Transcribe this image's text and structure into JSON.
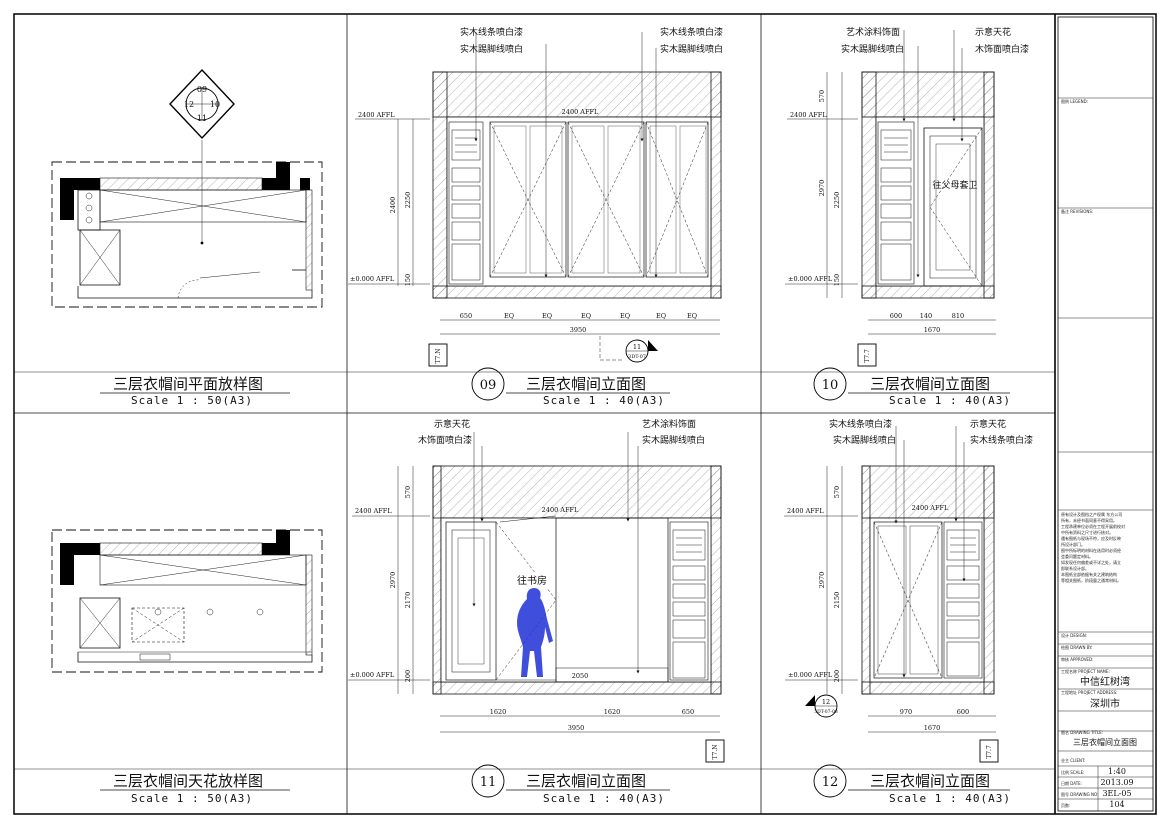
{
  "titleblock": {
    "legend_label": "图例 LEGEND:",
    "revision_label": "备注 REVISIONS:",
    "notes": [
      "原有设计及图档之产权属 东方公司",
      "所有，未经书面同意不得采用。",
      "工程承建单位必须在工程开展前校对",
      "中所有资料之尺寸进行核对。",
      "遇有图纸与现场不符，应及时反映",
      "所设计部门。",
      "图中所标明的材料在选用时必须经",
      "会委问题定材料。",
      "如发现任何偏差或不详之处，请立",
      "即联系设计部。",
      "本图纸全部依据有关之建筑结构",
      "等相关图纸，阶段量之通常材料。"
    ],
    "design_label": "设计 DESIGN:",
    "drawn_label": "绘图 DRAWN BY:",
    "check_label": "审核 APPROVED:",
    "project_label": "工程名称 PROJECT NAME:",
    "project_name": "中信红树湾",
    "address_label": "工程地址 PROJECT ADDRESS:",
    "address": "深圳市",
    "drawing_label": "图名 DRAWING TITLE:",
    "drawing_title": "三层衣帽间立面图",
    "client_label": "业主 CLIENT:",
    "scale_label": "比例 SCALE:",
    "scale": "1:40",
    "date_label": "日期 DATE:",
    "date": "2013.09",
    "number_label": "图号 DRAWING NO:",
    "number": "3EL-05",
    "page_label": "页数:",
    "page": "104"
  },
  "panels": {
    "plan": {
      "title": "三层衣帽间平面放样图",
      "scale": "Scale 1 : 50(A3)",
      "tag": [
        "09",
        "12",
        "10",
        "11"
      ]
    },
    "ceiling": {
      "title": "三层衣帽间天花放样图",
      "scale": "Scale 1 : 50(A3)"
    },
    "e09": {
      "num": "09",
      "title": "三层衣帽间立面图",
      "scale": "Scale 1 : 40(A3)",
      "notes": [
        "实木线条喷白漆",
        "实木踢脚线喷白",
        "实木线条喷白漆",
        "实木踢脚线喷白"
      ],
      "levels": [
        "2400 AFFL",
        "±0.000 AFFL"
      ],
      "vdims": [
        "2400",
        "2250",
        "150"
      ],
      "top_dim": "2400 AFFL",
      "hdims": [
        "650",
        "EQ",
        "EQ",
        "EQ",
        "EQ",
        "EQ",
        "EQ"
      ],
      "total": "3950",
      "ref": [
        "11",
        "3DT-07"
      ],
      "corner": "T7.N"
    },
    "e10": {
      "num": "10",
      "title": "三层衣帽间立面图",
      "scale": "Scale 1 : 40(A3)",
      "notes": [
        "艺术涂料饰面",
        "实木踢脚线喷白",
        "示意天花",
        "木饰面喷白漆"
      ],
      "levels": [
        "2400 AFFL",
        "±0.000 AFFL"
      ],
      "vdims": [
        "570",
        "2970",
        "2250",
        "150"
      ],
      "door": "往父母套卫",
      "hdims": [
        "600",
        "140",
        "810"
      ],
      "total": "1670",
      "corner": "T7.7"
    },
    "e11": {
      "num": "11",
      "title": "三层衣帽间立面图",
      "scale": "Scale 1 : 40(A3)",
      "notes": [
        "示意天花",
        "木饰面喷白漆",
        "艺术涂料饰面",
        "实木踢脚线喷白"
      ],
      "levels": [
        "2400 AFFL",
        "±0.000 AFFL"
      ],
      "vdims": [
        "570",
        "2970",
        "2170",
        "200"
      ],
      "door": "往书房",
      "top_dim": "2400 AFFL",
      "floor_dim": "2050",
      "hdims": [
        "1620",
        "1620",
        "650"
      ],
      "total": "3950",
      "corner": "T7.N"
    },
    "e12": {
      "num": "12",
      "title": "三层衣帽间立面图",
      "scale": "Scale 1 : 40(A3)",
      "notes": [
        "实木线条喷白漆",
        "实木踢脚线喷白",
        "示意天花",
        "实木线条喷白漆"
      ],
      "levels": [
        "2400 AFFL",
        "±0.000 AFFL"
      ],
      "vdims": [
        "570",
        "2970",
        "2150",
        "200"
      ],
      "top_dim": "2400 AFFL",
      "hdims": [
        "970",
        "600"
      ],
      "total": "1670",
      "ref": [
        "12",
        "3DT-07-08"
      ],
      "corner": "T7.7"
    }
  },
  "colors": {
    "line": "#111111",
    "figure": "#1f2fd6"
  }
}
